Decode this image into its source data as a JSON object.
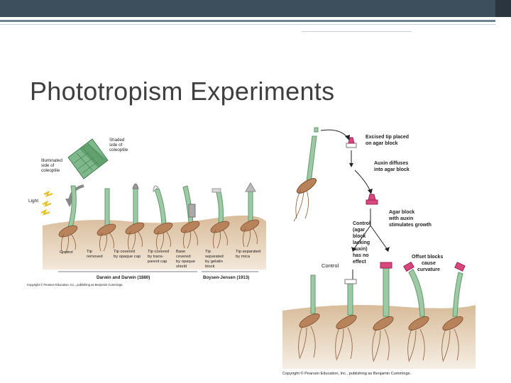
{
  "slide": {
    "title": "Phototropism Experiments"
  },
  "left_figure": {
    "inset_labels": {
      "shaded": [
        "Shaded",
        "side of",
        "coleoptile"
      ],
      "illuminated": [
        "Illuminated",
        "side of",
        "coleoptile"
      ]
    },
    "light_label": "Light",
    "seedling_labels": [
      [
        "Control"
      ],
      [
        "Tip",
        "removed"
      ],
      [
        "Tip covered",
        "by opaque cap"
      ],
      [
        "Tip covered",
        "by trans-",
        "parent cap"
      ],
      [
        "Base",
        "covered",
        "by opaque",
        "shield"
      ],
      [
        "Tip",
        "separated",
        "by gelatin",
        "block"
      ],
      [
        "Tip separated",
        "by mica"
      ]
    ],
    "group_labels": [
      "Darwin and Darwin (1880)",
      "Boysen-Jensen (1913)"
    ],
    "copyright": "Copyright © Pearson Education, Inc., publishing as Benjamin Cummings."
  },
  "right_figure": {
    "labels": {
      "excised": [
        "Excised tip placed",
        "on agar block"
      ],
      "auxin_diffuses": [
        "Auxin diffuses",
        "into agar block"
      ],
      "agar_block": [
        "Agar block",
        "with auxin",
        "stimulates growth"
      ],
      "control_note": [
        "Control",
        "(agar",
        "block",
        "lacking",
        "auxin)",
        "has no",
        "effect"
      ],
      "control": "Control",
      "offset": [
        "Offset blocks",
        "cause",
        "curvature"
      ]
    },
    "copyright": "Copyright © Pearson Education, Inc., publishing as Benjamin Cummings."
  },
  "colors": {
    "stem": "#9ec9a4",
    "stem_edge": "#5f9a6d",
    "soil": "#dcc4a6",
    "cap": "#d7477c",
    "seed": "#b8825a"
  }
}
